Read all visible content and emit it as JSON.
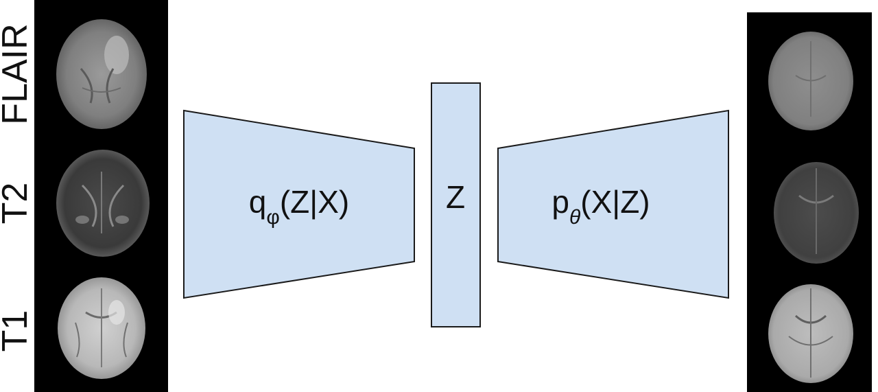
{
  "input_panel": {
    "modalities": [
      "FLAIR",
      "T2",
      "T1"
    ]
  },
  "encoder": {
    "label_main": "q",
    "label_sub": "φ",
    "label_args": "(Z|X)"
  },
  "latent": {
    "label": "Z"
  },
  "decoder": {
    "label_main": "p",
    "label_sub": "θ",
    "label_args": "(X|Z)"
  },
  "colors": {
    "block_fill": "#cfe0f3",
    "block_stroke": "#1a1a1a",
    "panel_bg": "#000000"
  }
}
